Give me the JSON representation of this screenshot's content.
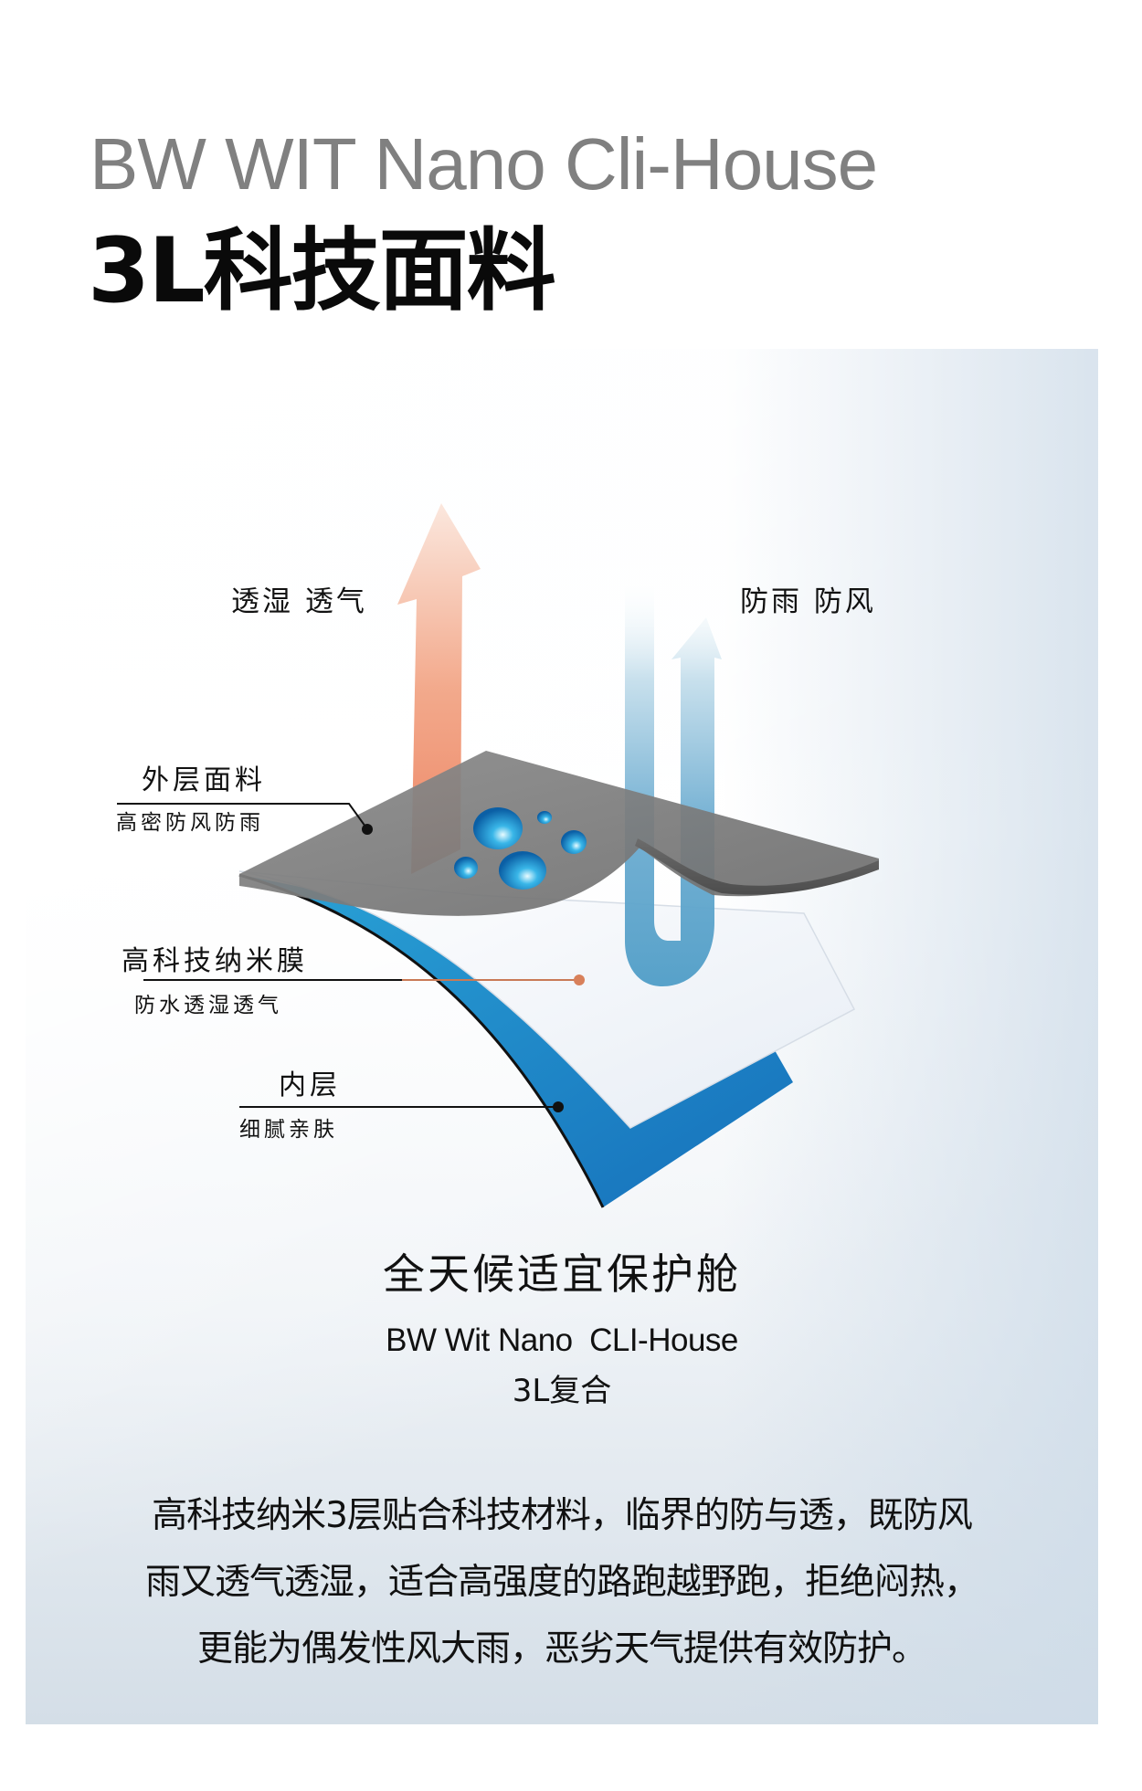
{
  "header": {
    "title_en": "BW WIT Nano Cli-House",
    "title_cn": "3L科技面料"
  },
  "diagram": {
    "arrows": {
      "breathable_label": "透湿 透气",
      "windproof_label": "防雨 防风"
    },
    "layers": [
      {
        "name": "外层面料",
        "desc": "高密防风防雨"
      },
      {
        "name": "高科技纳米膜",
        "desc": "防水透湿透气"
      },
      {
        "name": "内层",
        "desc": "细腻亲肤"
      }
    ],
    "colors": {
      "outer_layer": "#7a7a7a",
      "membrane": "#f1f4f8",
      "inner_layer": "#1f8fcf",
      "warm_arrow": "#ef8a68",
      "cool_arrow": "#4f9dc7",
      "membrane_dot": "#d8805a"
    }
  },
  "feature": {
    "title": "全天候适宜保护舱",
    "product": "BW Wit Nano  CLI-House",
    "spec": "3L复合"
  },
  "description": {
    "lines": [
      "高科技纳米3层贴合科技材料，临界的防与透，既防风",
      "雨又透气透湿，适合高强度的路跑越野跑，拒绝闷热，",
      "更能为偶发性风大雨，恶劣天气提供有效防护。"
    ]
  }
}
